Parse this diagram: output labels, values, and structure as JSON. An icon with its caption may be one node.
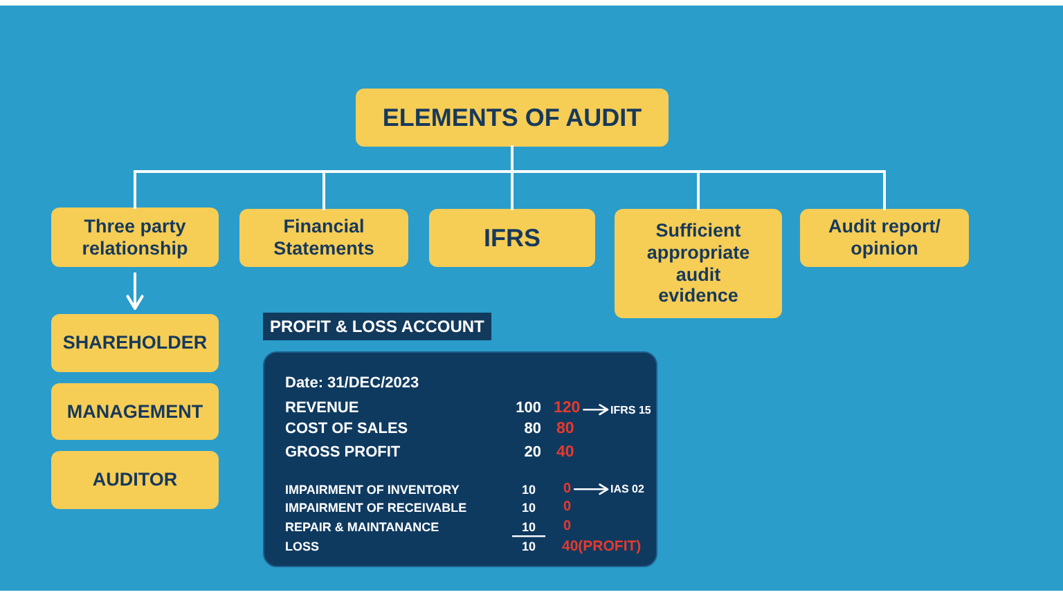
{
  "diagram": {
    "nodes": [
      {
        "text": [
          "ELEMENTS OF AUDIT"
        ]
      },
      {
        "text": [
          "Three party relationship"
        ]
      },
      {
        "text": [
          "Financial Statements"
        ]
      },
      {
        "text": [
          "IFRS"
        ]
      },
      {
        "text": [
          "Sufficient appropriate audit evidence"
        ]
      },
      {
        "text": [
          "Audit report/ opinion"
        ]
      },
      {
        "text": [
          "SHAREHOLDER"
        ]
      },
      {
        "text": [
          "MANAGEMENT"
        ]
      },
      {
        "text": [
          "AUDITOR"
        ]
      },
      {
        "text": [
          "PROFIT & LOSS ACCOUNT"
        ]
      },
      {
        "text": [
          "Date: 31/DEC/2023"
        ]
      },
      {
        "text": [
          "120"
        ],
        "in": 10
      },
      {
        "text": [
          "IFRS 15"
        ],
        "in": 10
      },
      {
        "text": [
          "0"
        ],
        "in": 10
      },
      {
        "text": [
          "IAS 02"
        ],
        "in": 10
      }
    ],
    "edges": [
      {
        "from": 0,
        "to": 1,
        "arrow": "none"
      },
      {
        "from": 0,
        "to": 2,
        "arrow": "none"
      },
      {
        "from": 0,
        "to": 3,
        "arrow": "none"
      },
      {
        "from": 0,
        "to": 4,
        "arrow": "none"
      },
      {
        "from": 0,
        "to": 5,
        "arrow": "none"
      },
      {
        "from": 1,
        "to": 6,
        "arrow": "to"
      },
      {
        "from": 11,
        "to": 12,
        "arrow": "to"
      },
      {
        "from": 13,
        "to": 14,
        "arrow": "to"
      }
    ],
    "labels": [
      "REVENUE",
      "100",
      "COST OF SALES",
      "80",
      "80",
      "GROSS PROFIT",
      "20",
      "40",
      "IMPAIRMENT OF INVENTORY",
      "10",
      "IMPAIRMENT OF RECEIVABLE",
      "10",
      "0",
      "REPAIR & MAINTANANCE",
      "10",
      "0",
      "LOSS",
      "10",
      "40(PROFIT)"
    ]
  }
}
